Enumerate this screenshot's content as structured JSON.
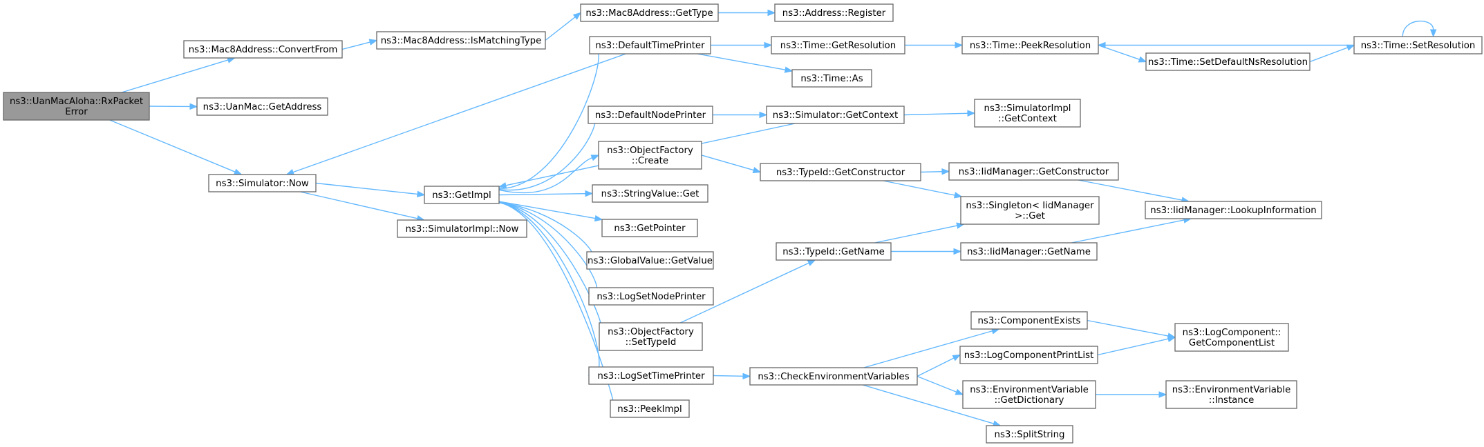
{
  "graph": {
    "nodes": [
      {
        "id": "rx",
        "lines": [
          "ns3::UanMacAloha::RxPacket",
          "Error"
        ],
        "root": true
      },
      {
        "id": "convertfrom",
        "lines": [
          "ns3::Mac8Address::ConvertFrom"
        ]
      },
      {
        "id": "ismatching",
        "lines": [
          "ns3::Mac8Address::IsMatchingType"
        ]
      },
      {
        "id": "gettype",
        "lines": [
          "ns3::Mac8Address::GetType"
        ]
      },
      {
        "id": "register",
        "lines": [
          "ns3::Address::Register"
        ]
      },
      {
        "id": "getaddress",
        "lines": [
          "ns3::UanMac::GetAddress"
        ]
      },
      {
        "id": "simnow",
        "lines": [
          "ns3::Simulator::Now"
        ]
      },
      {
        "id": "getimpl",
        "lines": [
          "ns3::GetImpl"
        ]
      },
      {
        "id": "simimplnow",
        "lines": [
          "ns3::SimulatorImpl::Now"
        ]
      },
      {
        "id": "deftimeprinter",
        "lines": [
          "ns3::DefaultTimePrinter"
        ]
      },
      {
        "id": "getresolution",
        "lines": [
          "ns3::Time::GetResolution"
        ]
      },
      {
        "id": "peekresolution",
        "lines": [
          "ns3::Time::PeekResolution"
        ]
      },
      {
        "id": "setresolution",
        "lines": [
          "ns3::Time::SetResolution"
        ]
      },
      {
        "id": "setdefaultns",
        "lines": [
          "ns3::Time::SetDefaultNsResolution"
        ]
      },
      {
        "id": "timeas",
        "lines": [
          "ns3::Time::As"
        ]
      },
      {
        "id": "defnodeprinter",
        "lines": [
          "ns3::DefaultNodePrinter"
        ]
      },
      {
        "id": "simgetcontext",
        "lines": [
          "ns3::Simulator::GetContext"
        ]
      },
      {
        "id": "simimplgetcontext",
        "lines": [
          "ns3::SimulatorImpl",
          "::GetContext"
        ]
      },
      {
        "id": "ofcreate",
        "lines": [
          "ns3::ObjectFactory",
          "::Create"
        ]
      },
      {
        "id": "getconstructor",
        "lines": [
          "ns3::TypeId::GetConstructor"
        ]
      },
      {
        "id": "iidgetconstructor",
        "lines": [
          "ns3::IidManager::GetConstructor"
        ]
      },
      {
        "id": "singletonget",
        "lines": [
          "ns3::Singleton< IidManager",
          ">::Get"
        ]
      },
      {
        "id": "lookupinfo",
        "lines": [
          "ns3::IidManager::LookupInformation"
        ]
      },
      {
        "id": "stringvalueget",
        "lines": [
          "ns3::StringValue::Get"
        ]
      },
      {
        "id": "getpointer",
        "lines": [
          "ns3::GetPointer"
        ]
      },
      {
        "id": "globalgetvalue",
        "lines": [
          "ns3::GlobalValue::GetValue"
        ]
      },
      {
        "id": "typeidgetname",
        "lines": [
          "ns3::TypeId::GetName"
        ]
      },
      {
        "id": "iidgetname",
        "lines": [
          "ns3::IidManager::GetName"
        ]
      },
      {
        "id": "logsetnodeprinter",
        "lines": [
          "ns3::LogSetNodePrinter"
        ]
      },
      {
        "id": "ofsettypeid",
        "lines": [
          "ns3::ObjectFactory",
          "::SetTypeId"
        ]
      },
      {
        "id": "componentexists",
        "lines": [
          "ns3::ComponentExists"
        ]
      },
      {
        "id": "getcomponentlist",
        "lines": [
          "ns3::LogComponent::",
          "GetComponentList"
        ]
      },
      {
        "id": "logcomponentprintlist",
        "lines": [
          "ns3::LogComponentPrintList"
        ]
      },
      {
        "id": "logsettimeprinter",
        "lines": [
          "ns3::LogSetTimePrinter"
        ]
      },
      {
        "id": "checkenv",
        "lines": [
          "ns3::CheckEnvironmentVariables"
        ]
      },
      {
        "id": "envgetdict",
        "lines": [
          "ns3::EnvironmentVariable",
          "::GetDictionary"
        ]
      },
      {
        "id": "envinstance",
        "lines": [
          "ns3::EnvironmentVariable",
          "::Instance"
        ]
      },
      {
        "id": "peekimpl",
        "lines": [
          "ns3::PeekImpl"
        ]
      },
      {
        "id": "splitstring",
        "lines": [
          "ns3::SplitString"
        ]
      }
    ],
    "edges": [
      [
        "rx",
        "convertfrom"
      ],
      [
        "rx",
        "getaddress"
      ],
      [
        "rx",
        "simnow"
      ],
      [
        "convertfrom",
        "ismatching"
      ],
      [
        "ismatching",
        "gettype"
      ],
      [
        "gettype",
        "register"
      ],
      [
        "simnow",
        "getimpl"
      ],
      [
        "simnow",
        "simimplnow"
      ],
      [
        "deftimeprinter",
        "simnow"
      ],
      [
        "deftimeprinter",
        "getresolution"
      ],
      [
        "deftimeprinter",
        "timeas"
      ],
      [
        "getresolution",
        "peekresolution"
      ],
      [
        "peekresolution",
        "setdefaultns"
      ],
      [
        "setdefaultns",
        "setresolution"
      ],
      [
        "setresolution",
        "peekresolution"
      ],
      [
        "setresolution",
        "setresolution"
      ],
      [
        "getimpl",
        "deftimeprinter"
      ],
      [
        "getimpl",
        "defnodeprinter"
      ],
      [
        "getimpl",
        "ofcreate"
      ],
      [
        "getimpl",
        "stringvalueget"
      ],
      [
        "getimpl",
        "getpointer"
      ],
      [
        "getimpl",
        "globalgetvalue"
      ],
      [
        "getimpl",
        "logsetnodeprinter"
      ],
      [
        "getimpl",
        "ofsettypeid"
      ],
      [
        "getimpl",
        "logsettimeprinter"
      ],
      [
        "getimpl",
        "peekimpl"
      ],
      [
        "simgetcontext",
        "getimpl"
      ],
      [
        "defnodeprinter",
        "simgetcontext"
      ],
      [
        "simgetcontext",
        "simimplgetcontext"
      ],
      [
        "ofcreate",
        "getconstructor"
      ],
      [
        "getconstructor",
        "iidgetconstructor"
      ],
      [
        "getconstructor",
        "singletonget"
      ],
      [
        "iidgetconstructor",
        "lookupinfo"
      ],
      [
        "iidgetname",
        "lookupinfo"
      ],
      [
        "ofsettypeid",
        "typeidgetname"
      ],
      [
        "typeidgetname",
        "singletonget"
      ],
      [
        "typeidgetname",
        "iidgetname"
      ],
      [
        "logsettimeprinter",
        "checkenv"
      ],
      [
        "checkenv",
        "componentexists"
      ],
      [
        "checkenv",
        "logcomponentprintlist"
      ],
      [
        "checkenv",
        "envgetdict"
      ],
      [
        "checkenv",
        "splitstring"
      ],
      [
        "componentexists",
        "getcomponentlist"
      ],
      [
        "logcomponentprintlist",
        "getcomponentlist"
      ],
      [
        "envgetdict",
        "envinstance"
      ]
    ],
    "colors": {
      "edge": "#63b8ff",
      "root_fill": "#999999",
      "border": "#666666"
    }
  }
}
